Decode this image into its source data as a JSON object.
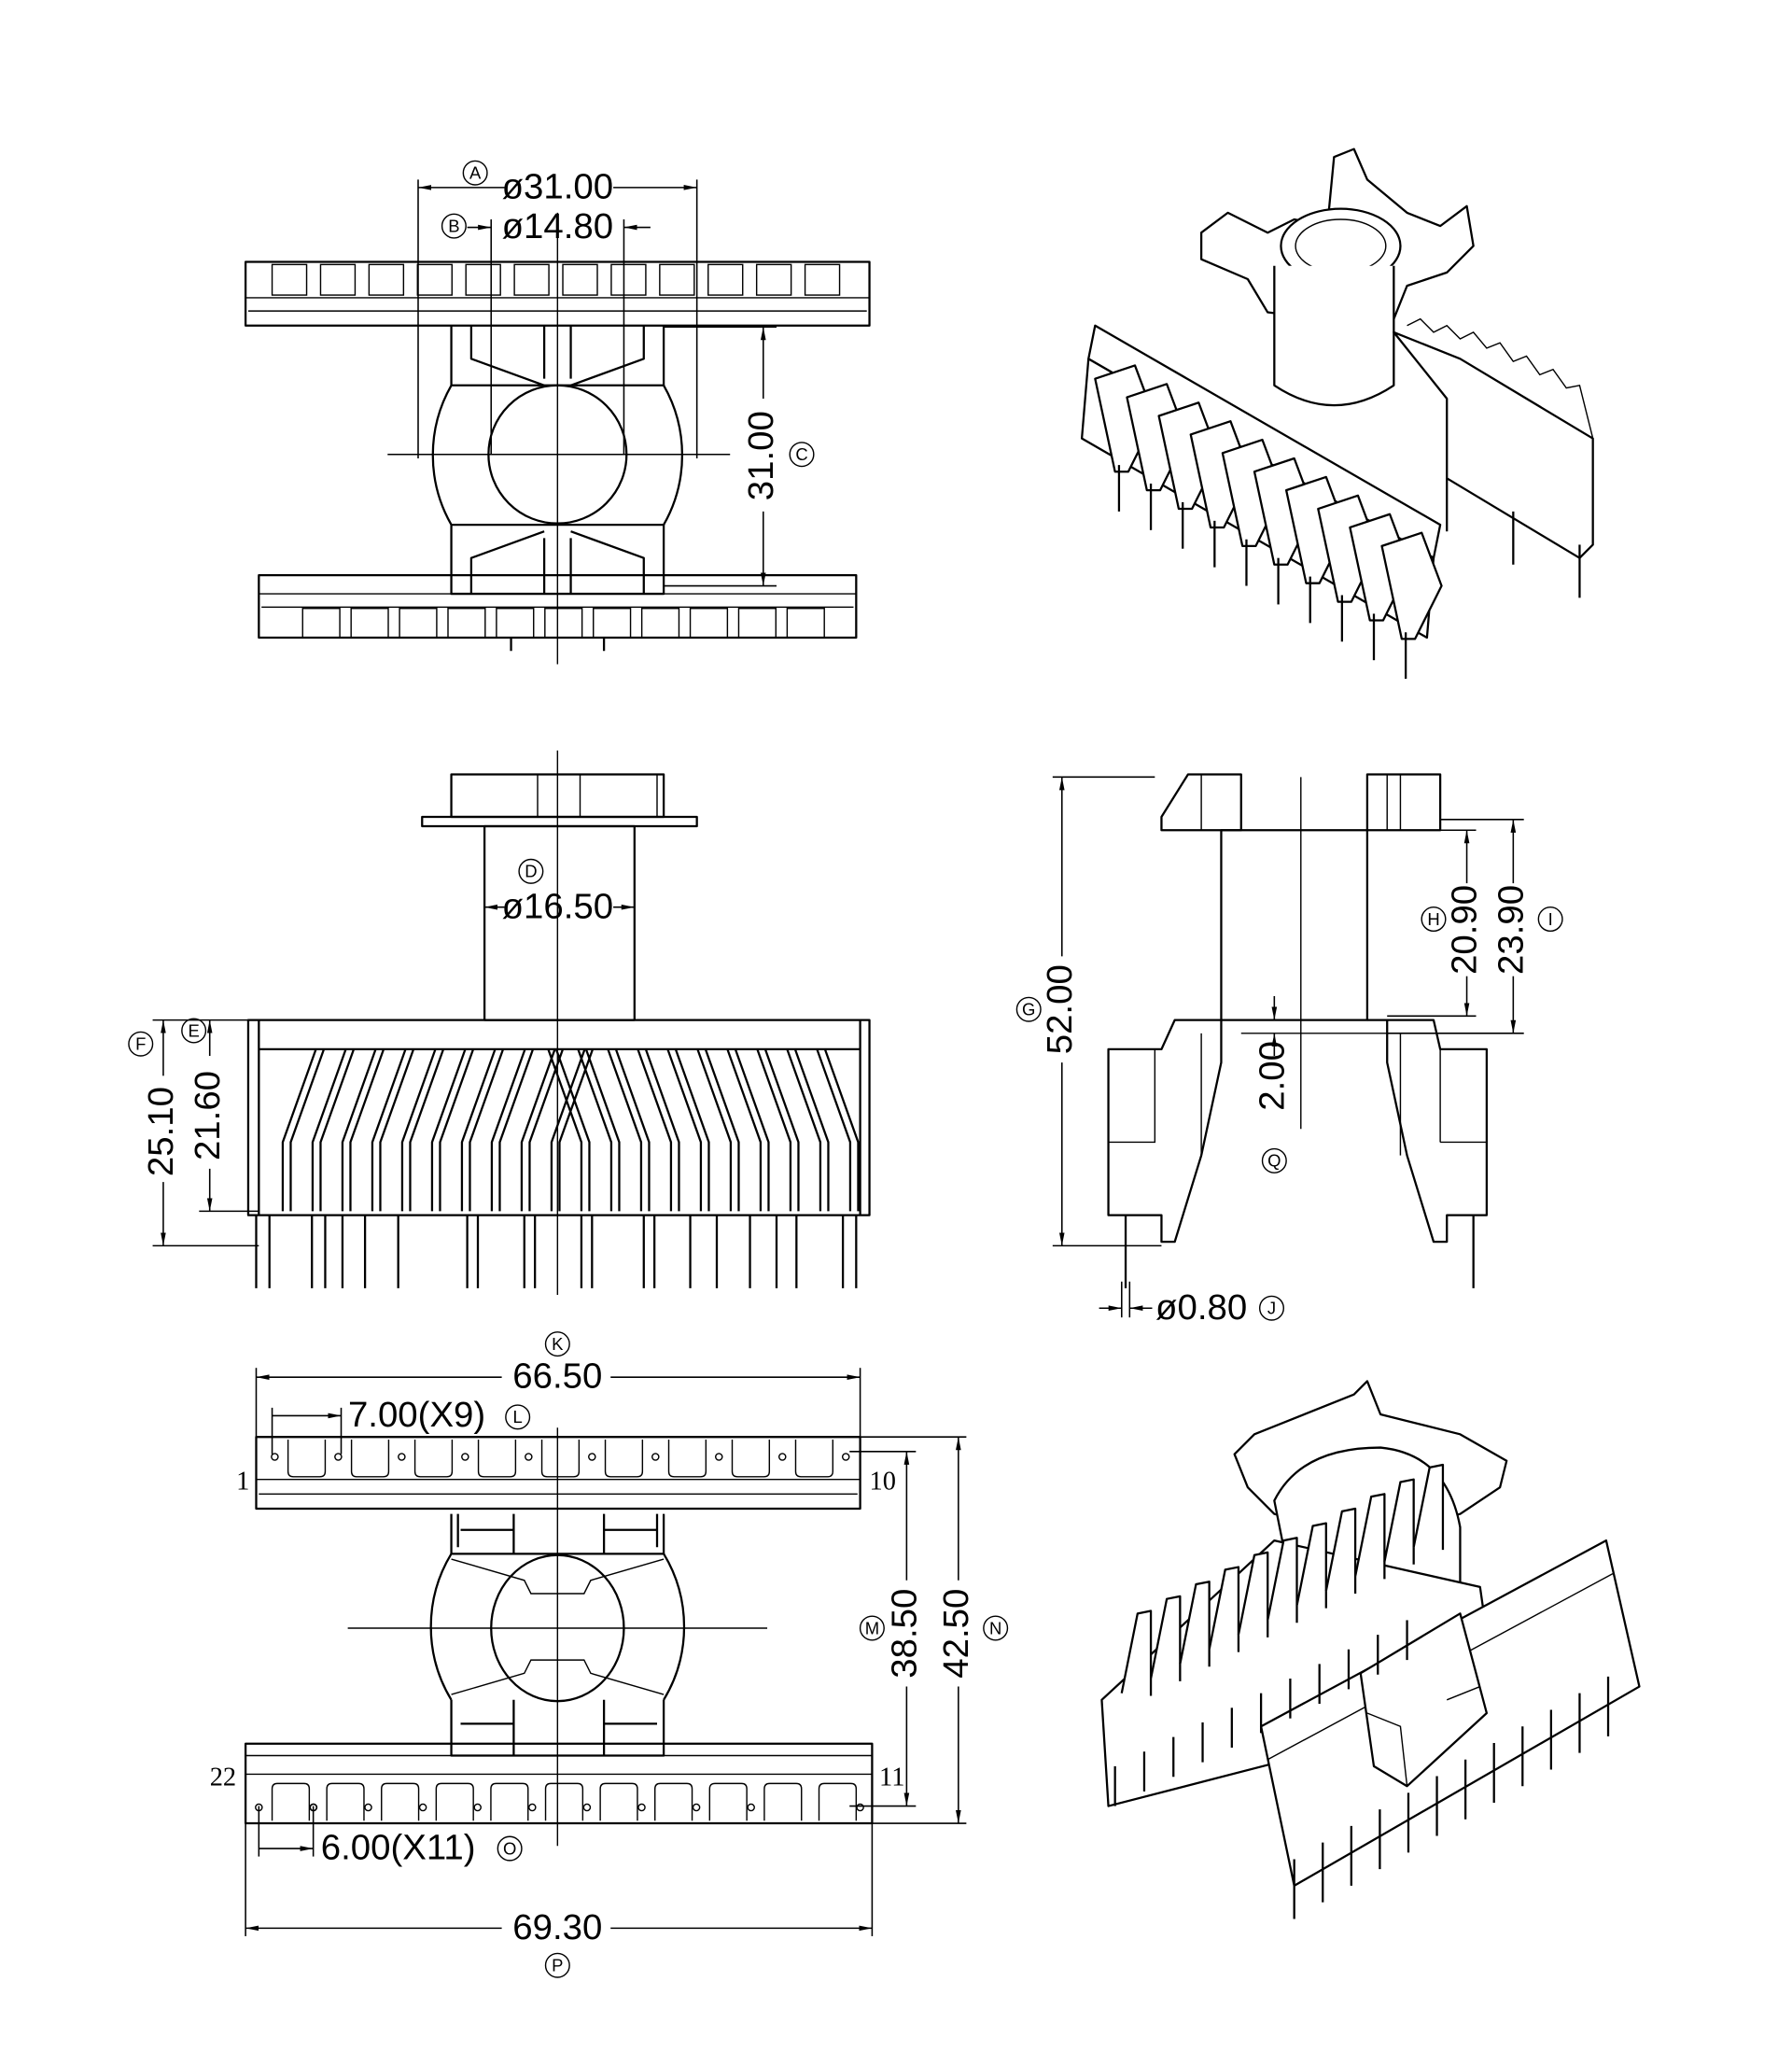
{
  "dimensions": {
    "A": {
      "tag": "A",
      "value": "ø31.00"
    },
    "B": {
      "tag": "B",
      "value": "ø14.80"
    },
    "C": {
      "tag": "C",
      "value": "31.00"
    },
    "D": {
      "tag": "D",
      "value": "ø16.50"
    },
    "E": {
      "tag": "E",
      "value": "21.60"
    },
    "F": {
      "tag": "F",
      "value": "25.10"
    },
    "G": {
      "tag": "G",
      "value": "52.00"
    },
    "H": {
      "tag": "H",
      "value": "20.90"
    },
    "I": {
      "tag": "I",
      "value": "23.90"
    },
    "J": {
      "tag": "J",
      "value": "ø0.80"
    },
    "K": {
      "tag": "K",
      "value": "66.50"
    },
    "L": {
      "tag": "L",
      "value": "7.00(X9)"
    },
    "M": {
      "tag": "M",
      "value": "38.50"
    },
    "N": {
      "tag": "N",
      "value": "42.50"
    },
    "O": {
      "tag": "O",
      "value": "6.00(X11)"
    },
    "P": {
      "tag": "P",
      "value": "69.30"
    },
    "Q": {
      "tag": "Q",
      "value": "2.00"
    }
  },
  "pin_numbers": {
    "top_left": "1",
    "top_right": "10",
    "bottom_left": "22",
    "bottom_right": "11"
  }
}
